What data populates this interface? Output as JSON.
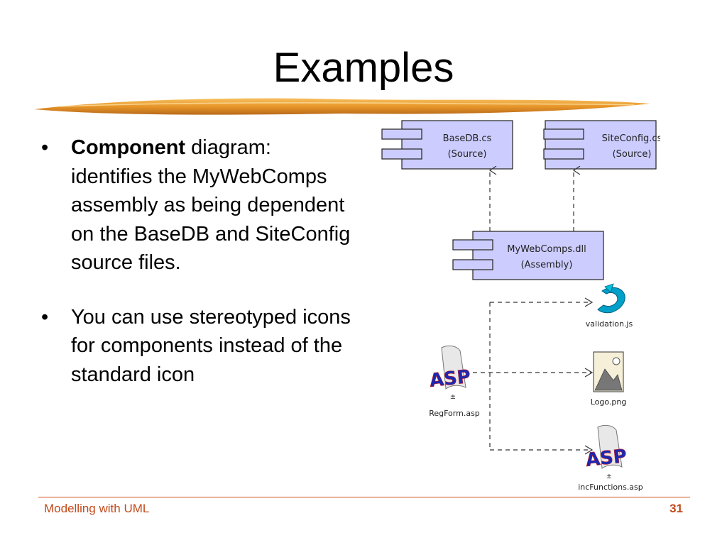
{
  "slide": {
    "title": "Examples",
    "bullets": [
      {
        "bold": "Component",
        "text": " diagram: identifies the MyWebComps assembly as being dependent on the BaseDB and SiteConfig source files."
      },
      {
        "bold": "",
        "text": "You can use stereotyped icons for components instead of the standard icon"
      }
    ],
    "footer": {
      "left": "Modelling with UML",
      "page": "31"
    }
  },
  "diagram": {
    "components": [
      {
        "name": "BaseDB.cs",
        "stereotype": "(Source)"
      },
      {
        "name": "SiteConfig.cs",
        "stereotype": "(Source)"
      },
      {
        "name": "MyWebComps.dll",
        "stereotype": "(Assembly)"
      }
    ],
    "icons": [
      {
        "label": "validation.js",
        "icon": "js-icon"
      },
      {
        "label": "Logo.png",
        "icon": "image-icon"
      },
      {
        "label": "RegForm.asp",
        "icon": "asp-icon",
        "glyph": "ASP"
      },
      {
        "label": "incFunctions.asp",
        "icon": "asp-icon",
        "glyph": "ASP"
      }
    ],
    "colors": {
      "component_fill": "#ccccff",
      "accent": "#00a0c8",
      "asp_text": "#1a28b4"
    }
  }
}
